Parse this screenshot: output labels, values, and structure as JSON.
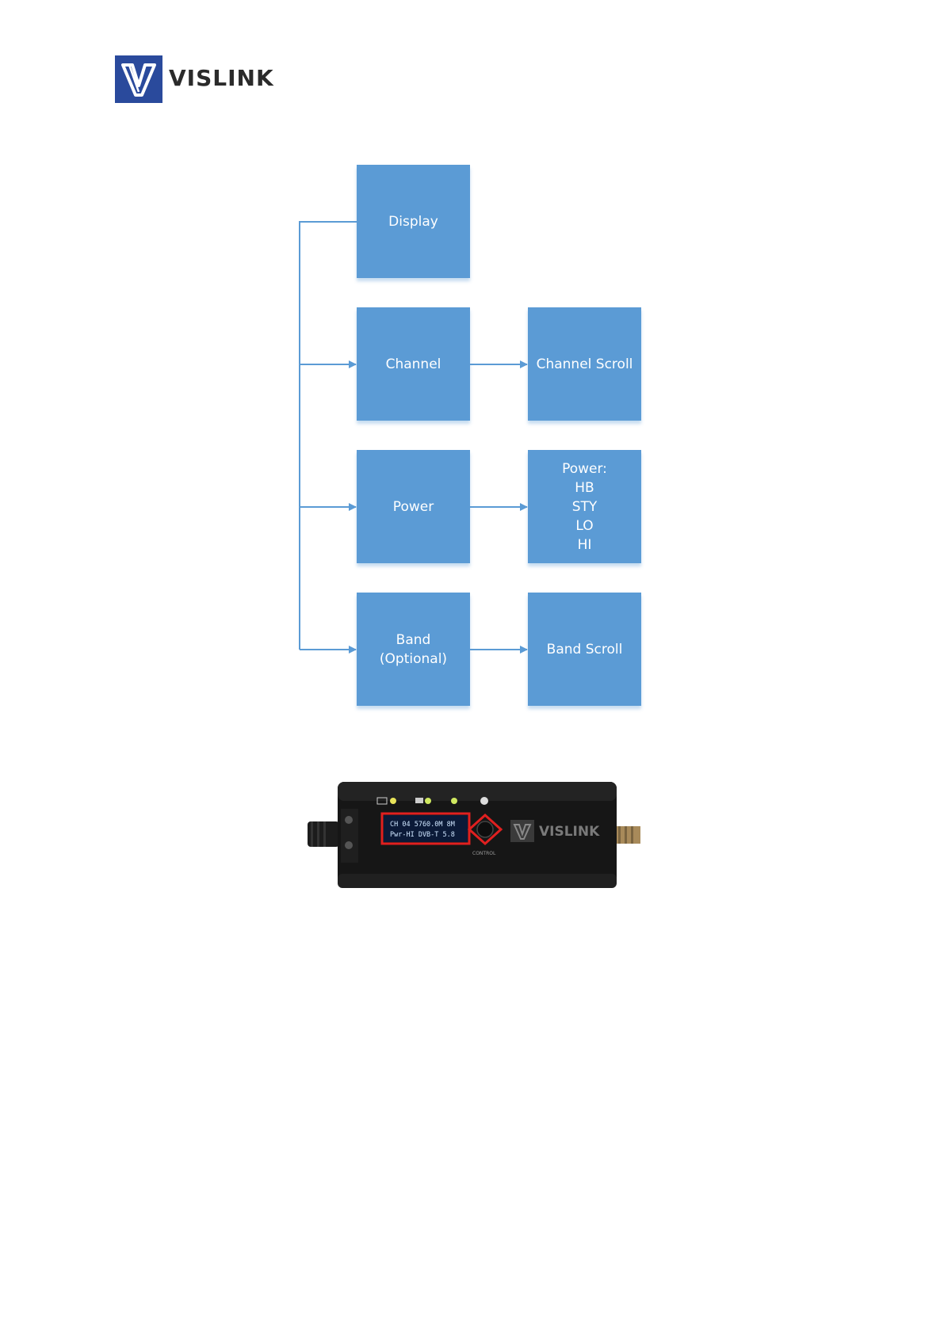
{
  "header": {
    "brand_name": "VISLINK",
    "logo_color": "#2a4a9c"
  },
  "diagram": {
    "nodes": [
      {
        "id": "display",
        "label": "Display"
      },
      {
        "id": "channel",
        "label": "Channel"
      },
      {
        "id": "channel_scroll",
        "label": "Channel Scroll"
      },
      {
        "id": "power",
        "label": "Power"
      },
      {
        "id": "power_options",
        "label": "Power:\nHB\nSTY\nLO\nHI"
      },
      {
        "id": "band",
        "label": "Band\n(Optional)"
      },
      {
        "id": "band_scroll",
        "label": "Band Scroll"
      }
    ],
    "edges": [
      {
        "from": "display",
        "to": "channel"
      },
      {
        "from": "display",
        "to": "power"
      },
      {
        "from": "display",
        "to": "band"
      },
      {
        "from": "channel",
        "to": "channel_scroll"
      },
      {
        "from": "power",
        "to": "power_options"
      },
      {
        "from": "band",
        "to": "band_scroll"
      }
    ],
    "box_color": "#5b9bd5",
    "line_color": "#5b9bd5"
  },
  "device_photo": {
    "oled_line1": "CH 04  5760.0M 8M",
    "oled_line2": "Pwr-HI   DVB-T  5.8",
    "control_label": "CONTROL",
    "brand_label": "VISLINK",
    "highlight_color": "#e02020"
  }
}
